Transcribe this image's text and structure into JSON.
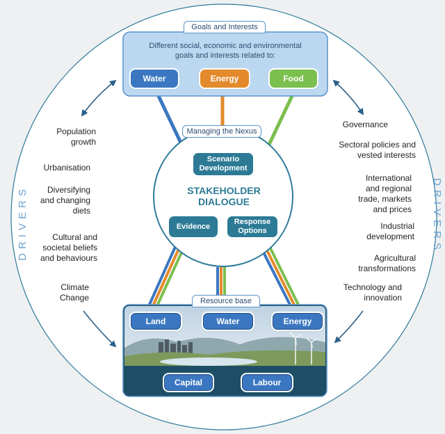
{
  "goals": {
    "tab": "Goals and Interests",
    "description_line1": "Different social, economic and environmental",
    "description_line2": "goals and interests related to:",
    "items": [
      "Water",
      "Energy",
      "Food"
    ]
  },
  "nexus": {
    "tab": "Managing the Nexus",
    "scenario_line1": "Scenario",
    "scenario_line2": "Development",
    "center_line1": "STAKEHOLDER",
    "center_line2": "DIALOGUE",
    "evidence": "Evidence",
    "response_line1": "Response",
    "response_line2": "Options"
  },
  "resource": {
    "tab": "Resource base",
    "top_items": [
      "Land",
      "Water",
      "Energy"
    ],
    "bottom_items": [
      "Capital",
      "Labour"
    ]
  },
  "drivers_label": "DRIVERS",
  "drivers_left": [
    [
      "Population",
      "growth"
    ],
    [
      "Urbanisation"
    ],
    [
      "Diversifying",
      "and changing",
      "diets"
    ],
    [
      "Cultural and",
      "societal beliefs",
      "and behaviours"
    ],
    [
      "Climate",
      "Change"
    ]
  ],
  "drivers_right": [
    [
      "Governance"
    ],
    [
      "Sectoral policies and",
      "vested interests"
    ],
    [
      "International",
      "and regional",
      "trade, markets",
      "and prices"
    ],
    [
      "Industrial",
      "development"
    ],
    [
      "Agricultural",
      "transformations"
    ],
    [
      "Technology and",
      "innovation"
    ]
  ],
  "colors": {
    "water": "#3b77c0",
    "energy": "#e38a2c",
    "food": "#7bbf4e",
    "teal": "#2c7a95",
    "panel_fill": "#bcd8f0",
    "panel_stroke": "#5b93c9",
    "circle_stroke": "#2e7a9a",
    "drivers_text": "#6ea2cf",
    "arrow": "#2a5f88"
  }
}
